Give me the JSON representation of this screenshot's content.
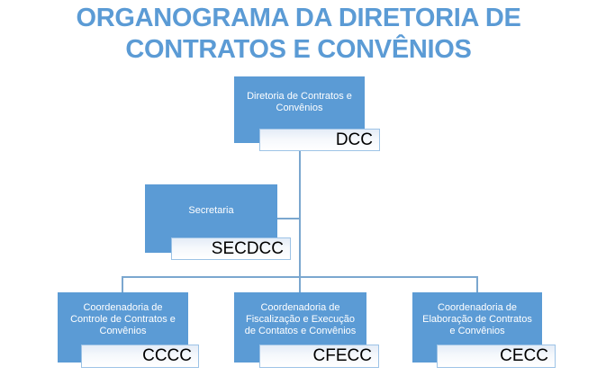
{
  "title": {
    "line1": "ORGANOGRAMA DA DIRETORIA DE",
    "line2": "CONTRATOS E CONVÊNIOS"
  },
  "colors": {
    "accent_blue": "#5b9bd5",
    "connector_blue": "#7ba7cf",
    "label_border_blue": "#9dc3e6",
    "node_text": "#ffffff",
    "label_text": "#000000",
    "background": "#ffffff"
  },
  "nodes": [
    {
      "id": "dcc",
      "name": "Diretoria de Contratos e Convênios",
      "abbr": "DCC"
    },
    {
      "id": "secdcc",
      "name": "Secretaria",
      "abbr": "SECDCC"
    },
    {
      "id": "cccc",
      "name": "Coordenadoria de Controle de Contratos e Convênios",
      "abbr": "CCCC"
    },
    {
      "id": "cfecc",
      "name": "Coordenadoria de Fiscalização e Execução de Contatos e Convênios",
      "abbr": "CFECC"
    },
    {
      "id": "cecc",
      "name": "Coordenadoria de Elaboração de Contratos e Convênios",
      "abbr": "CECC"
    }
  ],
  "edges": [
    {
      "from": "DCC",
      "to": "SECDCC"
    },
    {
      "from": "DCC",
      "to": "CCCC"
    },
    {
      "from": "DCC",
      "to": "CFECC"
    },
    {
      "from": "DCC",
      "to": "CECC"
    }
  ]
}
